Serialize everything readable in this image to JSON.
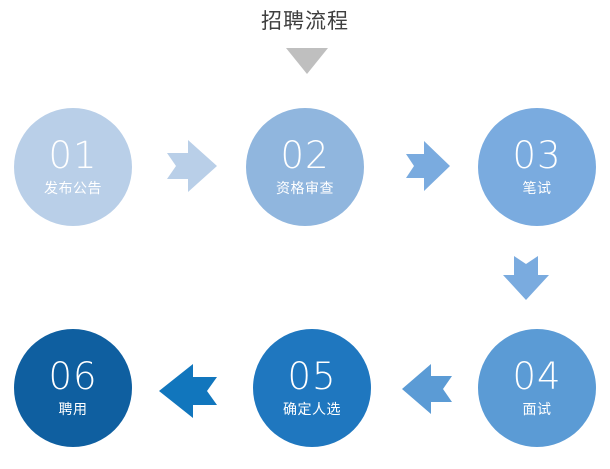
{
  "title": {
    "text": "招聘流程",
    "color": "#3f3f3f",
    "arrow_icon": "chevron-down-icon",
    "arrow_color": "#bfbfbf"
  },
  "diagram": {
    "type": "process-flow",
    "direction": "serpentine-left-to-right-then-right-to-left",
    "background": "#ffffff",
    "nodes": [
      {
        "id": "01",
        "number": "01",
        "label": "发布公告",
        "color": "#b9cfe8",
        "text_color": "#ffffff",
        "row": 1,
        "col": 1
      },
      {
        "id": "02",
        "number": "02",
        "label": "资格审查",
        "color": "#90b6de",
        "text_color": "#ffffff",
        "row": 1,
        "col": 2
      },
      {
        "id": "03",
        "number": "03",
        "label": "笔试",
        "color": "#7aabdf",
        "text_color": "#ffffff",
        "row": 1,
        "col": 3
      },
      {
        "id": "04",
        "number": "04",
        "label": "面试",
        "color": "#5b9bd5",
        "text_color": "#ffffff",
        "row": 2,
        "col": 3
      },
      {
        "id": "05",
        "number": "05",
        "label": "确定人选",
        "color": "#1f77bf",
        "text_color": "#ffffff",
        "row": 2,
        "col": 2
      },
      {
        "id": "06",
        "number": "06",
        "label": "聘用",
        "color": "#0f5fa0",
        "text_color": "#ffffff",
        "row": 2,
        "col": 1
      }
    ],
    "connectors": [
      {
        "id": "c1",
        "from": "01",
        "to": "02",
        "icon": "arrow-right-icon",
        "direction": "right",
        "color": "#b9cfe8"
      },
      {
        "id": "c2",
        "from": "02",
        "to": "03",
        "icon": "arrow-right-icon",
        "direction": "right",
        "color": "#7aabdf"
      },
      {
        "id": "c3",
        "from": "03",
        "to": "04",
        "icon": "arrow-down-icon",
        "direction": "down",
        "color": "#7aabdf"
      },
      {
        "id": "c4",
        "from": "04",
        "to": "05",
        "icon": "arrow-left-icon",
        "direction": "left",
        "color": "#5b9bd5"
      },
      {
        "id": "c5",
        "from": "05",
        "to": "06",
        "icon": "arrow-left-icon",
        "direction": "left",
        "color": "#1176bd"
      }
    ]
  }
}
